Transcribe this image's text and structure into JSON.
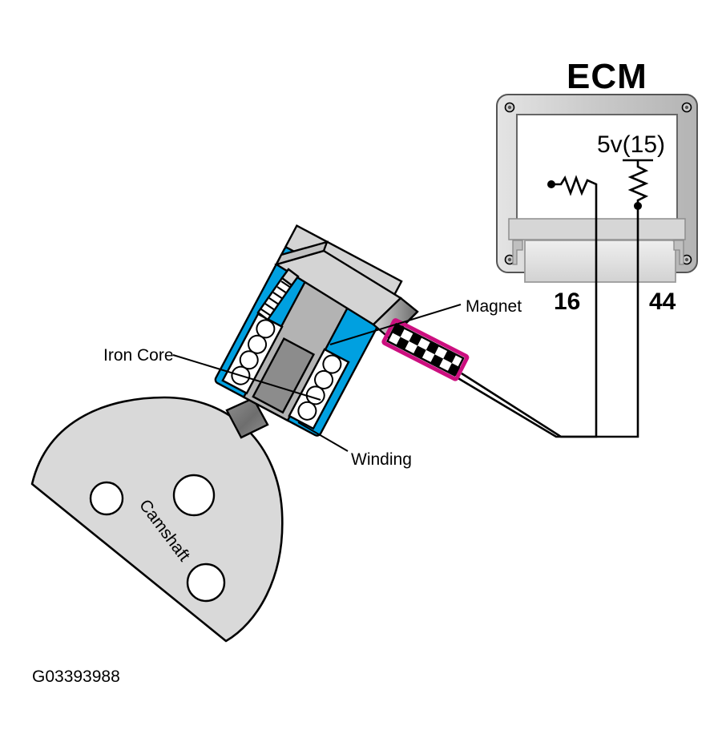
{
  "figure": {
    "id_code": "G03393988",
    "title_ecm": "ECM",
    "background": "#ffffff"
  },
  "labels": {
    "iron_core": "Iron Core",
    "magnet": "Magnet",
    "winding": "Winding",
    "camshaft": "Camshaft"
  },
  "ecm": {
    "title": "ECM",
    "supply_label": "5v(15)",
    "pins": [
      {
        "number": "16",
        "name": "signal-return-pin"
      },
      {
        "number": "44",
        "name": "signal-pin"
      }
    ]
  },
  "colors": {
    "sensor_housing": "#00a0e0",
    "iron_core": "#b3b3b3",
    "body_gray": "#d4d4d4",
    "pole_tip": "#808080",
    "magnet_outline": "#cc0f7f",
    "camshaft_fill": "#d9d9d9",
    "ecm_shell": "#c8c8c8",
    "ecm_inner": "#ffffff",
    "outline": "#000000"
  },
  "camshaft": {
    "label": "Camshaft",
    "hole_count": 3
  },
  "components": {
    "sensor_name": "camshaft-position-sensor",
    "cable_name": "shielded-cable",
    "bolt_name": "mounting-bolt"
  }
}
